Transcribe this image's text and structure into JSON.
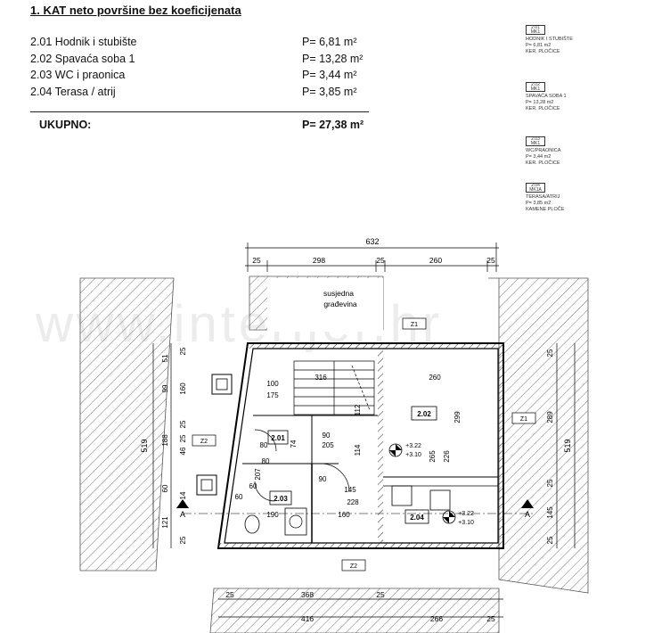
{
  "header": {
    "title": "1. KAT neto površine bez koeficijenata"
  },
  "areas": [
    {
      "name": "2.01 Hodnik i stubište",
      "value": "P=  6,81 m²"
    },
    {
      "name": "2.02 Spavaća soba 1",
      "value": "P= 13,28 m²"
    },
    {
      "name": "2.03 WC i praonica",
      "value": "P=  3,44 m²"
    },
    {
      "name": "2.04 Terasa / atrij",
      "value": "P=  3,85 m²"
    }
  ],
  "total": {
    "label": "UKUPNO:",
    "value": "P= 27,38 m²"
  },
  "legend": [
    {
      "code": "2.01",
      "mk": "MK1",
      "name": "HODNIK I STUBIŠTE",
      "area": "P= 6,81 m2",
      "finish": "KER. PLOČICE"
    },
    {
      "code": "2.02",
      "mk": "MK1",
      "name": "SPAVAĆA SOBA 1",
      "area": "P= 13,28 m2",
      "finish": "KER. PLOČICE"
    },
    {
      "code": "2.03",
      "mk": "MK1",
      "name": "WC/PRAONICA",
      "area": "P= 3,44 m2",
      "finish": "KER. PLOČICE"
    },
    {
      "code": "2.04",
      "mk": "MK1A",
      "name": "TERASA/ATRIJ",
      "area": "P= 3,85 m2",
      "finish": "KAMENE PLOČE"
    }
  ],
  "plan": {
    "neighbor_label_1": "susjedna",
    "neighbor_label_2": "građevina",
    "watermark": "www.interijer.hr",
    "dims_top": {
      "overall": "632",
      "a": "25",
      "b": "298",
      "c": "25",
      "d": "260",
      "e": "25"
    },
    "dims_bottom": {
      "a": "25",
      "b": "368",
      "c": "25",
      "d": "416",
      "e": "266",
      "f": "25"
    },
    "dims_left": {
      "total": "519",
      "a": "51",
      "b": "25",
      "c": "99",
      "d": "160",
      "e": "25",
      "f": "188",
      "g": "25",
      "h": "46",
      "i": "60",
      "j": "14",
      "k": "121",
      "l": "25"
    },
    "dims_right": {
      "total": "519",
      "a": "25",
      "b": "289",
      "c": "25",
      "d": "145",
      "e": "25"
    },
    "rooms": {
      "r201": "2.01",
      "r202": "2.02",
      "r203": "2.03",
      "r204": "2.04"
    },
    "interior": {
      "d316": "316",
      "d260": "260",
      "d299": "299",
      "d112": "112",
      "d114": "114",
      "d74": "74",
      "d90a": "90",
      "d205": "205",
      "d90b": "90",
      "d145": "145",
      "d228": "228",
      "d190": "190",
      "d160": "160",
      "d265": "265",
      "d226": "226",
      "d100": "100",
      "d175": "175",
      "d80a": "80",
      "d80b": "80",
      "d60": "60",
      "d207": "207",
      "d60b": "60",
      "lvl1": "+3.22",
      "lvl2": "+3.10",
      "lvl3": "+3.22",
      "lvl4": "+3.10"
    },
    "tags": {
      "z1a": "Z1",
      "z1b": "Z1",
      "z2a": "Z2",
      "z2b": "Z2"
    },
    "section_marks": {
      "left": "A",
      "right": "A"
    }
  }
}
